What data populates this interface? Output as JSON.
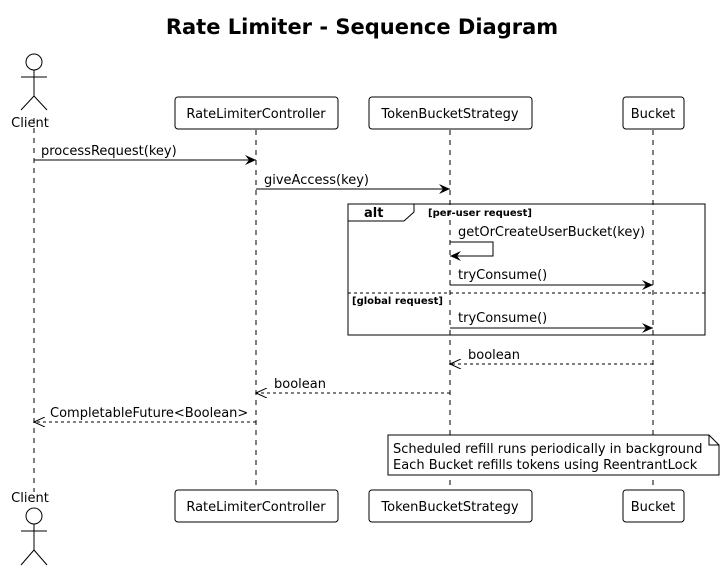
{
  "title": "Rate Limiter - Sequence Diagram",
  "participants": {
    "client": "Client",
    "controller": "RateLimiterController",
    "strategy": "TokenBucketStrategy",
    "bucket": "Bucket"
  },
  "messages": {
    "m1": "processRequest(key)",
    "m2": "giveAccess(key)",
    "m3": "getOrCreateUserBucket(key)",
    "m4": "tryConsume()",
    "m5": "tryConsume()",
    "m6": "boolean",
    "m7": "boolean",
    "m8": "CompletableFuture<Boolean>"
  },
  "fragment": {
    "keyword": "alt",
    "guard1": "[per-user request]",
    "guard2": "[global request]"
  },
  "note": {
    "line1": "Scheduled refill runs periodically in background",
    "line2": "Each Bucket refills tokens using ReentrantLock"
  }
}
